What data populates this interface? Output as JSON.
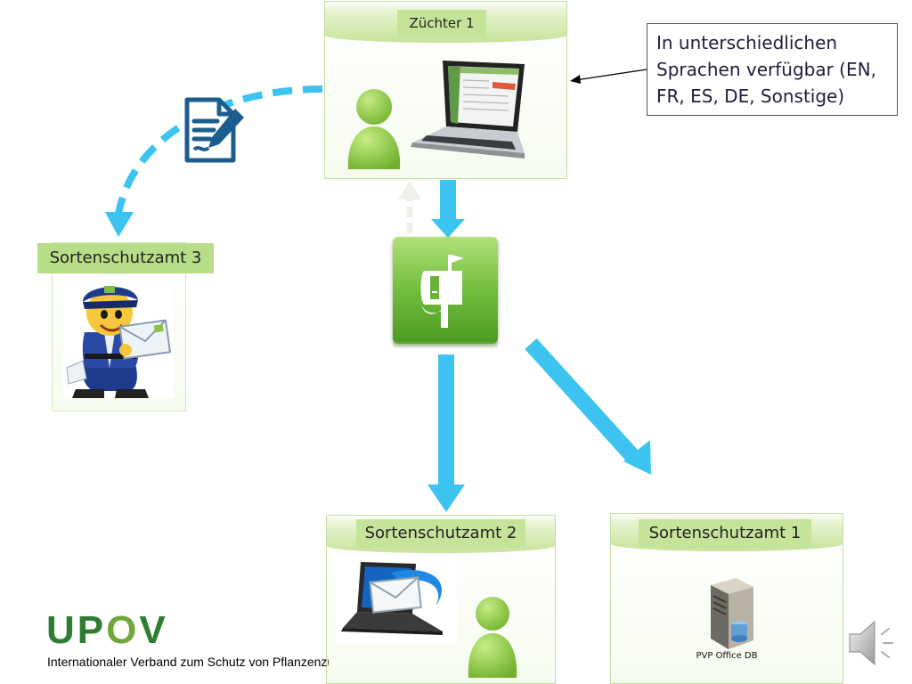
{
  "nodes": {
    "zuechter": {
      "label": "Züchter 1"
    },
    "amt3": {
      "label": "Sortenschutzamt 3"
    },
    "amt2": {
      "label": "Sortenschutzamt 2"
    },
    "amt1": {
      "label": "Sortenschutzamt 1",
      "db_label": "PVP Office DB"
    }
  },
  "callout": {
    "line1": "In unterschiedlichen",
    "line2": "Sprachen verfügbar (EN,",
    "line3": "FR, ES, DE, Sonstige)"
  },
  "logo": {
    "text_a": "UP",
    "text_o": "O",
    "text_v": "V",
    "org_name": "Internationaler Verband zum Schutz von Pflanzenzüchtungen"
  },
  "colors": {
    "arrow": "#3cc3ef",
    "box_border": "#c5dfa0",
    "tag_bg": "#c4e49a",
    "green_button": "#68b838",
    "person": "#86c540",
    "logo_green": "#2e7d32"
  },
  "icons": [
    "document-pen-icon",
    "person-icon",
    "laptop-icon",
    "mailbox-icon",
    "mail-carrier-icon",
    "laptop-email-icon",
    "server-icon",
    "speaker-icon"
  ]
}
